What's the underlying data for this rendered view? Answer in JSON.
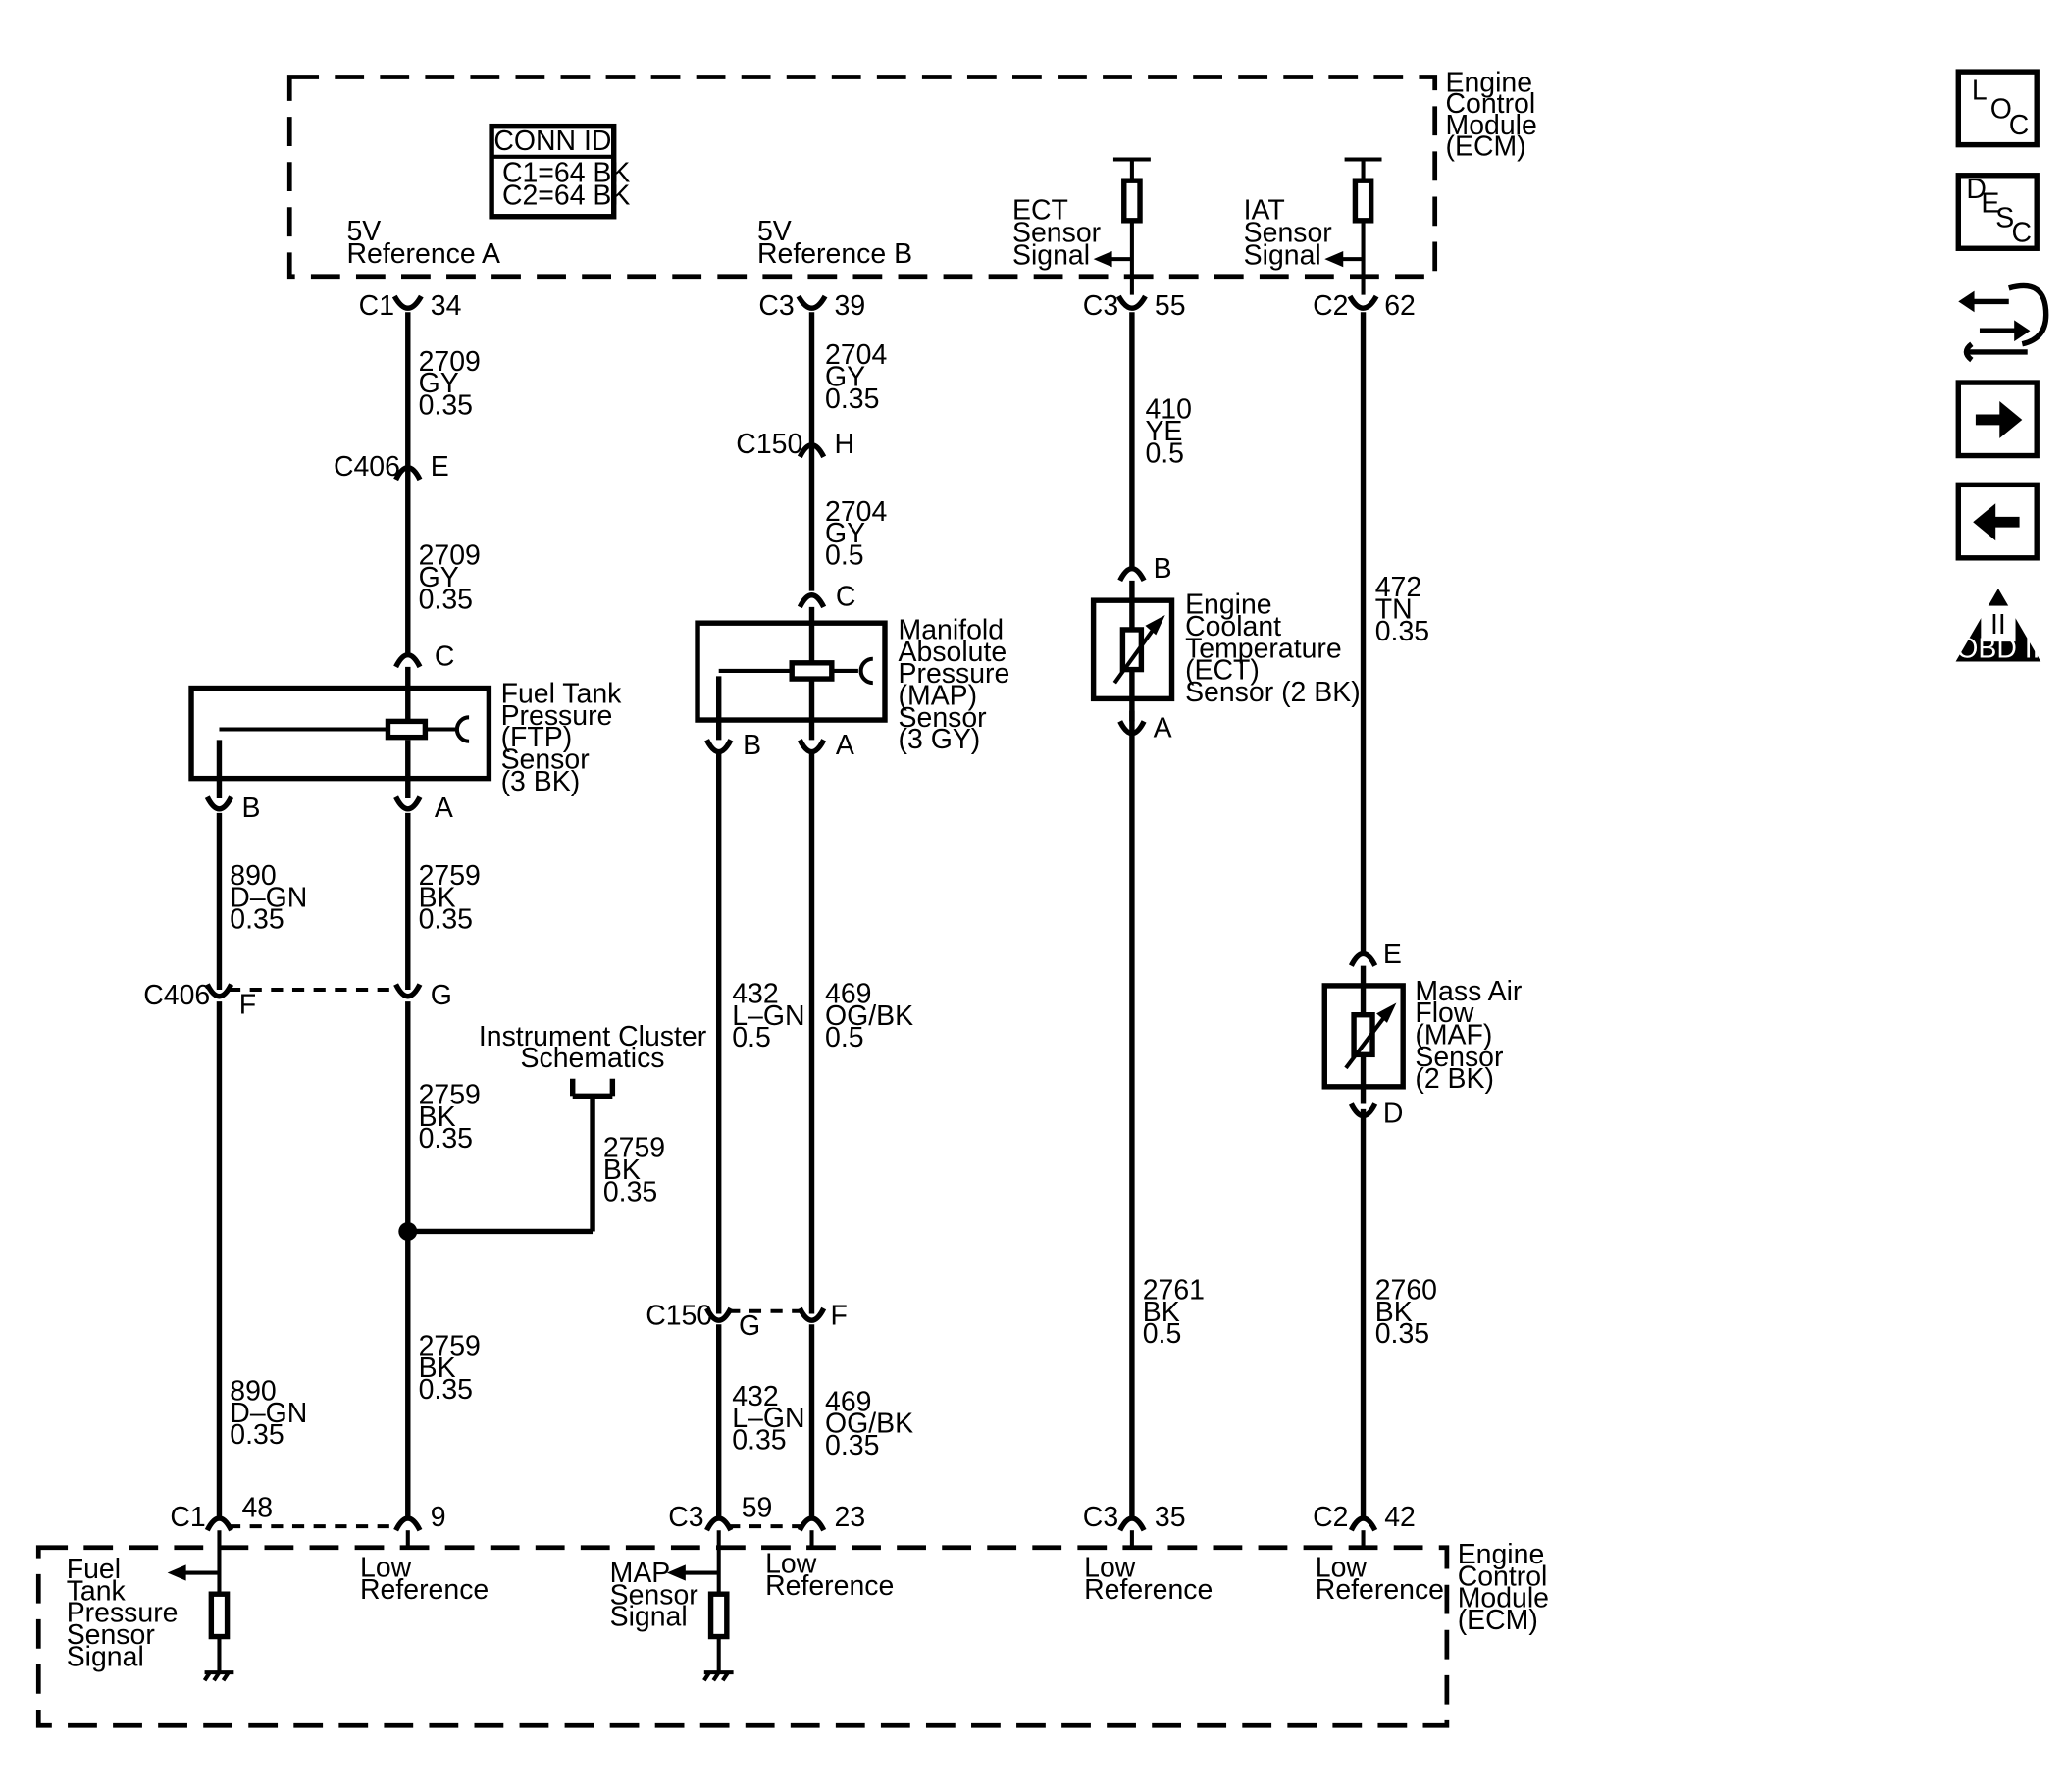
{
  "ecm": {
    "top_title": [
      "Engine",
      "Control",
      "Module",
      "(ECM)"
    ],
    "bottom_title": [
      "Engine",
      "Control",
      "Module",
      "(ECM)"
    ],
    "conn_id": {
      "title": "CONN ID",
      "lines": [
        "C1=64 BK",
        "C2=64 BK"
      ]
    },
    "ref_a": [
      "5V",
      "Reference A"
    ],
    "ref_b": [
      "5V",
      "Reference B"
    ],
    "ect_signal": [
      "ECT",
      "Sensor",
      "Signal"
    ],
    "iat_signal": [
      "IAT",
      "Sensor",
      "Signal"
    ],
    "ftp_signal": [
      "Fuel",
      "Tank",
      "Pressure",
      "Sensor",
      "Signal"
    ],
    "map_signal": [
      "MAP",
      "Sensor",
      "Signal"
    ],
    "low_ref": [
      "Low",
      "Reference"
    ]
  },
  "pins": {
    "c1_34": [
      "C1",
      "34"
    ],
    "c3_39": [
      "C3",
      "39"
    ],
    "c3_55": [
      "C3",
      "55"
    ],
    "c2_62": [
      "C2",
      "62"
    ],
    "c406_e": [
      "C406",
      "E"
    ],
    "c150_h": [
      "C150",
      "H"
    ],
    "c406_f": [
      "C406",
      "F"
    ],
    "c406_g": "G",
    "c150_g": [
      "C150",
      "G"
    ],
    "c150_f": "F",
    "c1_48": [
      "C1",
      "48"
    ],
    "c1_9": "9",
    "c3_59": [
      "C3",
      "59"
    ],
    "c3_23": "23",
    "c3_35": [
      "C3",
      "35"
    ],
    "c2_42": [
      "C2",
      "42"
    ],
    "ftp_c": "C",
    "ftp_b": "B",
    "ftp_a": "A",
    "map_c": "C",
    "map_b": "B",
    "map_a": "A",
    "ect_b": "B",
    "ect_a": "A",
    "maf_e": "E",
    "maf_d": "D"
  },
  "wires": {
    "w2709_top": [
      "2709",
      "GY",
      "0.35"
    ],
    "w2709_mid": [
      "2709",
      "GY",
      "0.35"
    ],
    "w2704_top": [
      "2704",
      "GY",
      "0.35"
    ],
    "w2704_mid": [
      "2704",
      "GY",
      "0.5"
    ],
    "w410": [
      "410",
      "YE",
      "0.5"
    ],
    "w472": [
      "472",
      "TN",
      "0.35"
    ],
    "w890_a": [
      "890",
      "D–GN",
      "0.35"
    ],
    "w2759_a": [
      "2759",
      "BK",
      "0.35"
    ],
    "w2759_b": [
      "2759",
      "BK",
      "0.35"
    ],
    "w2759_c": [
      "2759",
      "BK",
      "0.35"
    ],
    "w2759_d": [
      "2759",
      "BK",
      "0.35"
    ],
    "w890_b": [
      "890",
      "D–GN",
      "0.35"
    ],
    "w432_a": [
      "432",
      "L–GN",
      "0.5"
    ],
    "w469_a": [
      "469",
      "OG/BK",
      "0.5"
    ],
    "w432_b": [
      "432",
      "L–GN",
      "0.35"
    ],
    "w469_b": [
      "469",
      "OG/BK",
      "0.35"
    ],
    "w2761": [
      "2761",
      "BK",
      "0.5"
    ],
    "w2760": [
      "2760",
      "BK",
      "0.35"
    ]
  },
  "components": {
    "ftp": [
      "Fuel Tank",
      "Pressure",
      "(FTP)",
      "Sensor",
      "(3 BK)"
    ],
    "map": [
      "Manifold",
      "Absolute",
      "Pressure",
      "(MAP)",
      "Sensor",
      "(3 GY)"
    ],
    "ect": [
      "Engine",
      "Coolant",
      "Temperature",
      "(ECT)",
      "Sensor (2 BK)"
    ],
    "maf": [
      "Mass Air",
      "Flow",
      "(MAF)",
      "Sensor",
      "(2 BK)"
    ],
    "instrument_cluster": [
      "Instrument Cluster",
      "Schematics"
    ]
  },
  "side_icons": [
    {
      "name": "loc-icon",
      "glyphs": [
        "L",
        "O",
        "C"
      ]
    },
    {
      "name": "desc-icon",
      "glyphs": [
        "D",
        "E",
        "S",
        "C"
      ]
    },
    {
      "name": "connector-tool-icon"
    },
    {
      "name": "next-arrow-icon"
    },
    {
      "name": "previous-arrow-icon"
    },
    {
      "name": "obd-ii-icon",
      "glyphs": [
        "II",
        "OBD II"
      ]
    }
  ]
}
